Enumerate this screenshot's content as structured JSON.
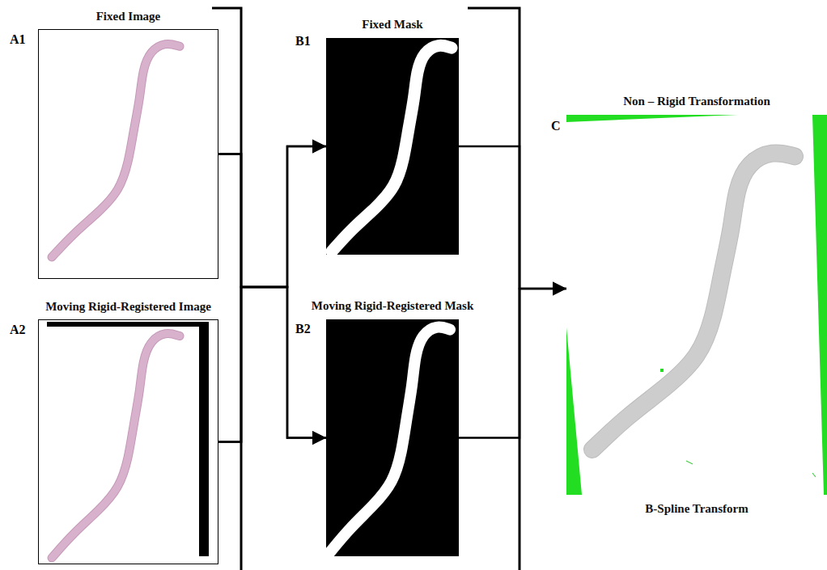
{
  "diagram": {
    "nodes": [
      {
        "text": [
          "Fixed Image"
        ]
      },
      {
        "text": [
          "Moving Rigid-Registered Image"
        ]
      },
      {
        "text": [
          "Fixed Mask"
        ]
      },
      {
        "text": [
          "Moving Rigid-Registered Mask"
        ]
      },
      {
        "text": [
          "Non – Rigid Transformation",
          "B-Spline Transform"
        ]
      }
    ],
    "edges": [
      {
        "from": 0,
        "to": 2,
        "arrow": "to"
      },
      {
        "from": 0,
        "to": 3,
        "arrow": "to"
      },
      {
        "from": 1,
        "to": 2,
        "arrow": "to"
      },
      {
        "from": 1,
        "to": 3,
        "arrow": "to"
      },
      {
        "from": 2,
        "to": 4,
        "arrow": "to"
      },
      {
        "from": 3,
        "to": 4,
        "arrow": "to"
      }
    ],
    "labels": [
      "A1",
      "A2",
      "B1",
      "B2",
      "C"
    ]
  }
}
